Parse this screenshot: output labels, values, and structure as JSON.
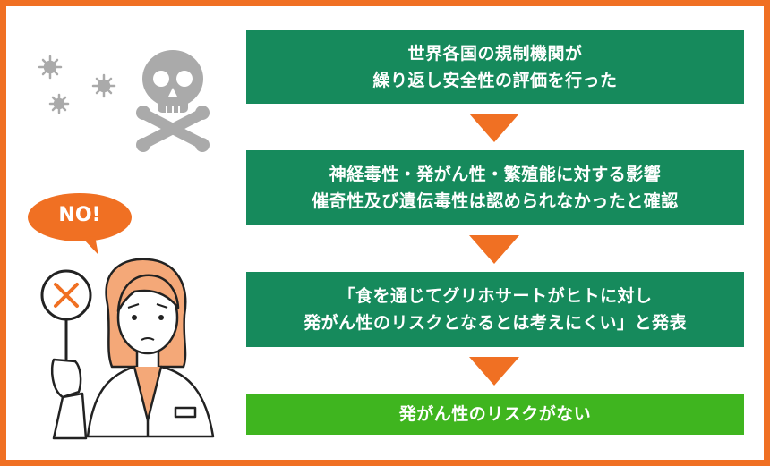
{
  "flow": {
    "steps": [
      {
        "line1": "世界各国の規制機関が",
        "line2": "繰り返し安全性の評価を行った"
      },
      {
        "line1": "神経毒性・発がん性・繁殖能に対する影響",
        "line2": "催奇性及び遺伝毒性は認められなかったと確認"
      },
      {
        "line1": "「食を通じてグリホサートがヒトに対し",
        "line2": "発がん性のリスクとなるとは考えにくい」と発表"
      }
    ],
    "result": "発がん性のリスクがない"
  },
  "speech_bubble": "NO!",
  "colors": {
    "frame": "#f07023",
    "step_box": "#168a5c",
    "result_box": "#3fb51f",
    "arrow": "#f07023",
    "icon_gray": "#aaaaaa",
    "hair": "#f4a878"
  }
}
